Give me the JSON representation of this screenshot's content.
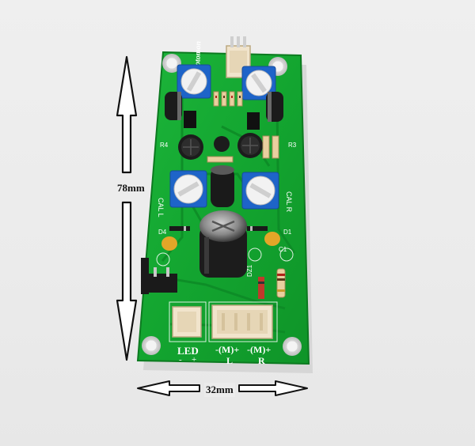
{
  "measurements": {
    "height_label": "78mm",
    "width_label": "32mm"
  },
  "board": {
    "brand_text": "Motomon",
    "silk": {
      "led": "LED",
      "led_minus": "-",
      "led_plus": "+",
      "motor_left_terminals": "-(M)+",
      "motor_right_terminals": "-(M)+",
      "left": "L",
      "right": "R",
      "cal_l": "CAL L",
      "cal_r": "CAL R",
      "r4": "R4",
      "r3": "R3",
      "c1": "C1",
      "d1": "D1",
      "d4": "D4",
      "dz1": "DZ1"
    }
  },
  "colors": {
    "pcb": "#13a530",
    "pcb_dark": "#0d7f22",
    "trimmer_blue": "#1e64c8",
    "capacitor_cap": "#1a1a1a",
    "connector": "#f3e6cf",
    "background": "#ececec"
  }
}
